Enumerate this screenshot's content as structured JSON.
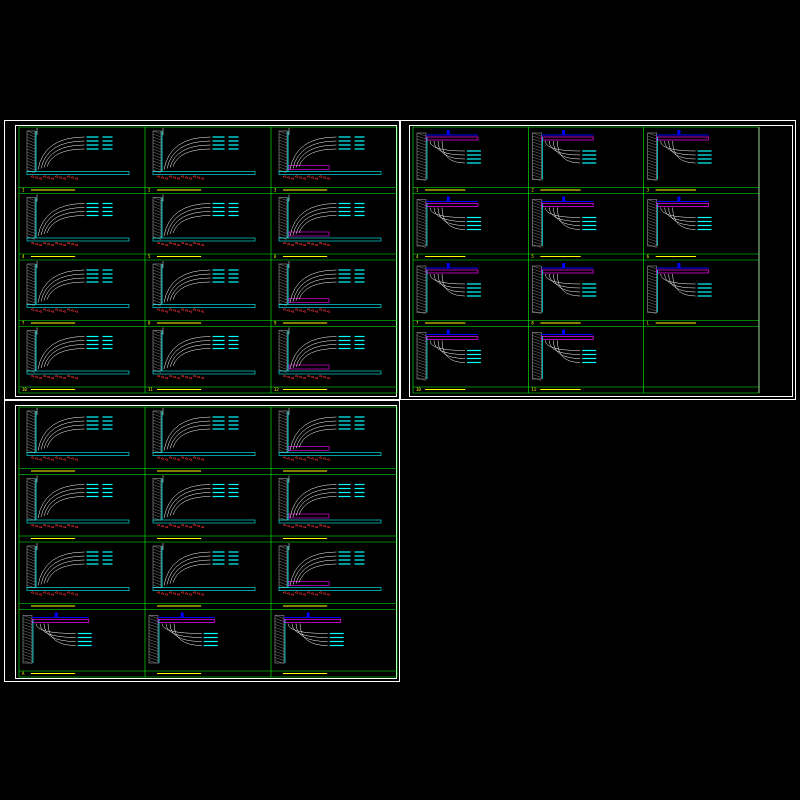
{
  "colors": {
    "background": "#000000",
    "sheet_border": "#ffffff",
    "grid_line": "#00ff00",
    "leader_line": "#ffffff",
    "note_text": "#00ffff",
    "title_text": "#ffff00",
    "wall_hatch": "#9a9a9a",
    "soil_hatch": "#ff3030",
    "tile_layer": "#ff00ff",
    "pipe": "#0000ff",
    "finish_line": "#00ffff"
  },
  "sheets": [
    {
      "name": "sheet-1",
      "rows": 4,
      "cols": 3,
      "cells": [
        {
          "code": "1",
          "kind": "floor"
        },
        {
          "code": "2",
          "kind": "floor"
        },
        {
          "code": "3",
          "kind": "floor"
        },
        {
          "code": "4",
          "kind": "floor"
        },
        {
          "code": "5",
          "kind": "floor"
        },
        {
          "code": "6",
          "kind": "floor"
        },
        {
          "code": "7",
          "kind": "floor"
        },
        {
          "code": "8",
          "kind": "floor"
        },
        {
          "code": "9",
          "kind": "floor"
        },
        {
          "code": "10",
          "kind": "floor"
        },
        {
          "code": "11",
          "kind": "floor"
        },
        {
          "code": "12",
          "kind": "floor"
        }
      ]
    },
    {
      "name": "sheet-2",
      "rows": 4,
      "cols": 3,
      "cells": [
        {
          "code": "1",
          "kind": "ceiling"
        },
        {
          "code": "2",
          "kind": "ceiling"
        },
        {
          "code": "3",
          "kind": "ceiling"
        },
        {
          "code": "4",
          "kind": "ceiling"
        },
        {
          "code": "5",
          "kind": "ceiling"
        },
        {
          "code": "6",
          "kind": "ceiling"
        },
        {
          "code": "7",
          "kind": "ceiling"
        },
        {
          "code": "8",
          "kind": "ceiling"
        },
        {
          "code": "L",
          "kind": "ceiling"
        },
        {
          "code": "10",
          "kind": "ceiling"
        },
        {
          "code": "11",
          "kind": "ceiling"
        },
        {
          "code": "",
          "kind": "empty"
        }
      ]
    },
    {
      "name": "sheet-3",
      "rows": 4,
      "cols": 3,
      "cells": [
        {
          "code": "",
          "kind": "floor"
        },
        {
          "code": "",
          "kind": "floor"
        },
        {
          "code": "",
          "kind": "floor"
        },
        {
          "code": "",
          "kind": "floor"
        },
        {
          "code": "",
          "kind": "floor"
        },
        {
          "code": "",
          "kind": "floor"
        },
        {
          "code": "",
          "kind": "floor"
        },
        {
          "code": "",
          "kind": "floor"
        },
        {
          "code": "",
          "kind": "floor"
        },
        {
          "code": "A",
          "kind": "ceiling"
        },
        {
          "code": "",
          "kind": "ceiling"
        },
        {
          "code": "",
          "kind": "ceiling"
        }
      ]
    }
  ]
}
